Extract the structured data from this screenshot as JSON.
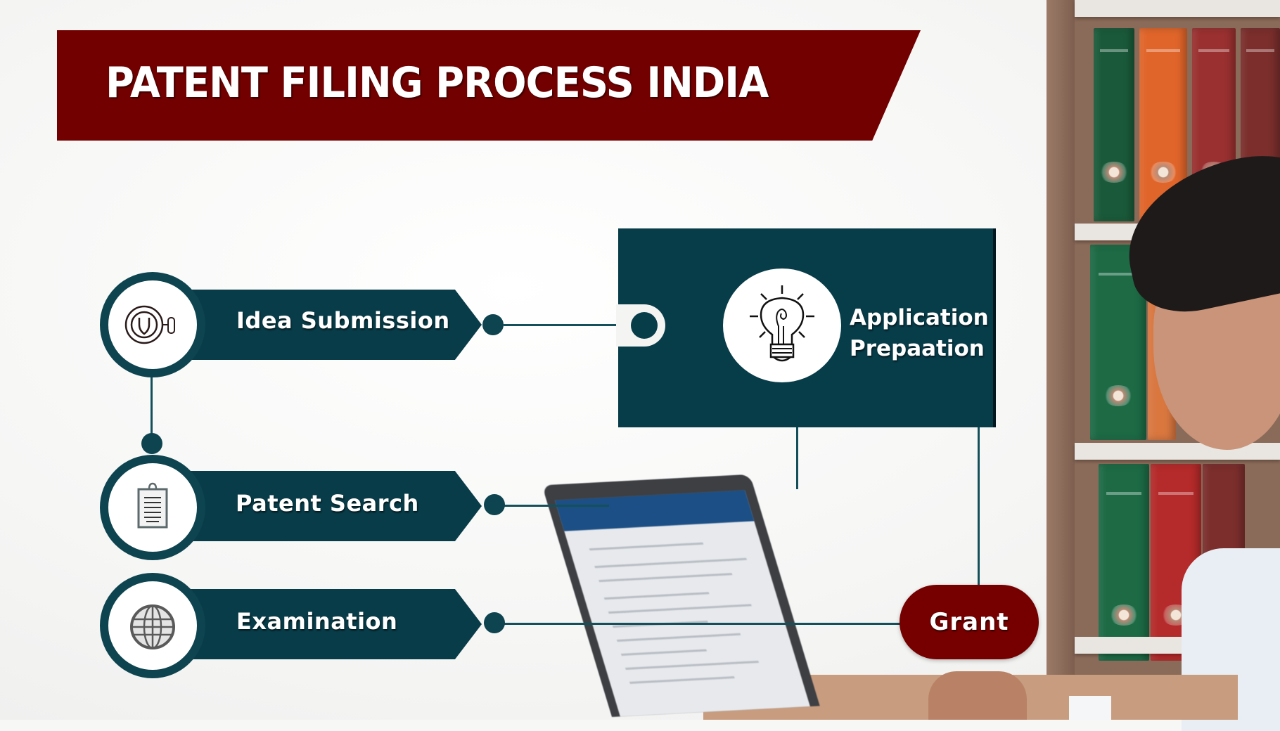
{
  "title": "PATENT FILING PROCESS INDIA",
  "colors": {
    "banner_red": "#720000",
    "teal_dark": "#083c48",
    "teal_line": "#14505b",
    "grant_red": "#760000",
    "white": "#ffffff"
  },
  "steps": [
    {
      "label": "Idea Submission",
      "icon": "patent-seal-icon"
    },
    {
      "label": "Patent Search",
      "icon": "clipboard-document-icon"
    },
    {
      "label": "Examination",
      "icon": "globe-icon"
    }
  ],
  "application_box": {
    "line1": "Application",
    "line2": "Prepaation",
    "icon": "lightbulb-icon"
  },
  "grant": {
    "label": "Grant"
  },
  "background": {
    "scene": "office with bookshelf, laptop and woman writing"
  }
}
